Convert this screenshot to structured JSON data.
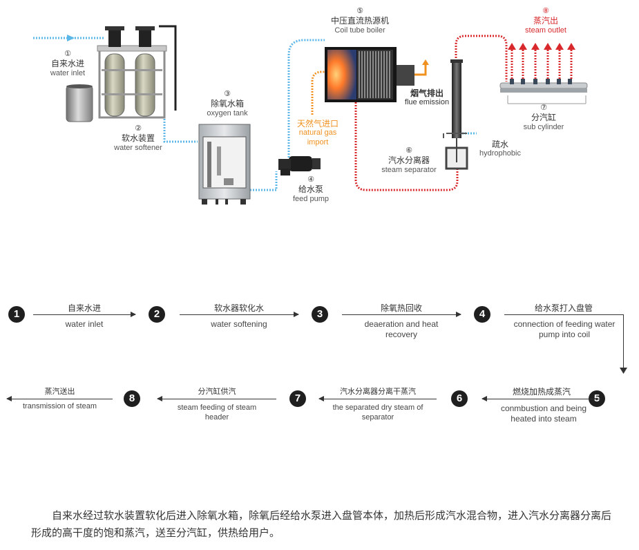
{
  "labels": {
    "n1": {
      "num": "①",
      "cn": "自来水进",
      "en": "water inlet"
    },
    "n2": {
      "num": "②",
      "cn": "软水装置",
      "en": "water softener"
    },
    "n3": {
      "num": "③",
      "cn": "除氧水箱",
      "en": "oxygen tank"
    },
    "n4": {
      "num": "④",
      "cn": "给水泵",
      "en": "feed pump"
    },
    "n5": {
      "num": "⑤",
      "cn": "中压直流热源机",
      "en": "Coil tube boiler"
    },
    "n6": {
      "num": "⑥",
      "cn": "汽水分离器",
      "en": "steam separator"
    },
    "n7": {
      "num": "⑦",
      "cn": "分汽缸",
      "en": "sub cylinder"
    },
    "n8": {
      "num": "⑧",
      "cn": "蒸汽出",
      "en": "steam outlet"
    },
    "gas": {
      "cn": "天然气进口",
      "en1": "natural gas",
      "en2": "import"
    },
    "flue": {
      "cn": "烟气排出",
      "en": "flue emission"
    },
    "hydro": {
      "cn": "疏水",
      "en": "hydrophobic"
    }
  },
  "colors": {
    "water": "#5bb7e8",
    "gas": "#f0901e",
    "steam": "#d8282c",
    "ink": "#1f1f1f"
  },
  "flow": {
    "steps": [
      {
        "num": "1"
      },
      {
        "num": "2"
      },
      {
        "num": "3"
      },
      {
        "num": "4"
      },
      {
        "num": "5"
      },
      {
        "num": "6"
      },
      {
        "num": "7"
      },
      {
        "num": "8"
      }
    ],
    "links": [
      {
        "cn": "自来水进",
        "en": "water inlet"
      },
      {
        "cn": "软水器软化水",
        "en": "water softening"
      },
      {
        "cn": "除氧热回收",
        "en": "deaeration and heat recovery"
      },
      {
        "cn": "给水泵打入盘管",
        "en": "connection of feeding water pump into coil"
      },
      {
        "cn": "燃烧加热成蒸汽",
        "en": "conmbustion and being heated into steam"
      },
      {
        "cn": "汽水分离器分离干蒸汽",
        "en": "the separated dry steam of separator"
      },
      {
        "cn": "分汽缸供汽",
        "en": "steam feeding of steam header"
      },
      {
        "cn": "蒸汽送出",
        "en": "transmission of steam"
      }
    ]
  },
  "description": "自来水经过软水装置软化后进入除氧水箱，除氧后经给水泵进入盘管本体，加热后形成汽水混合物，进入汽水分离器分离后形成的高干度的饱和蒸汽，送至分汽缸，供热给用户。"
}
